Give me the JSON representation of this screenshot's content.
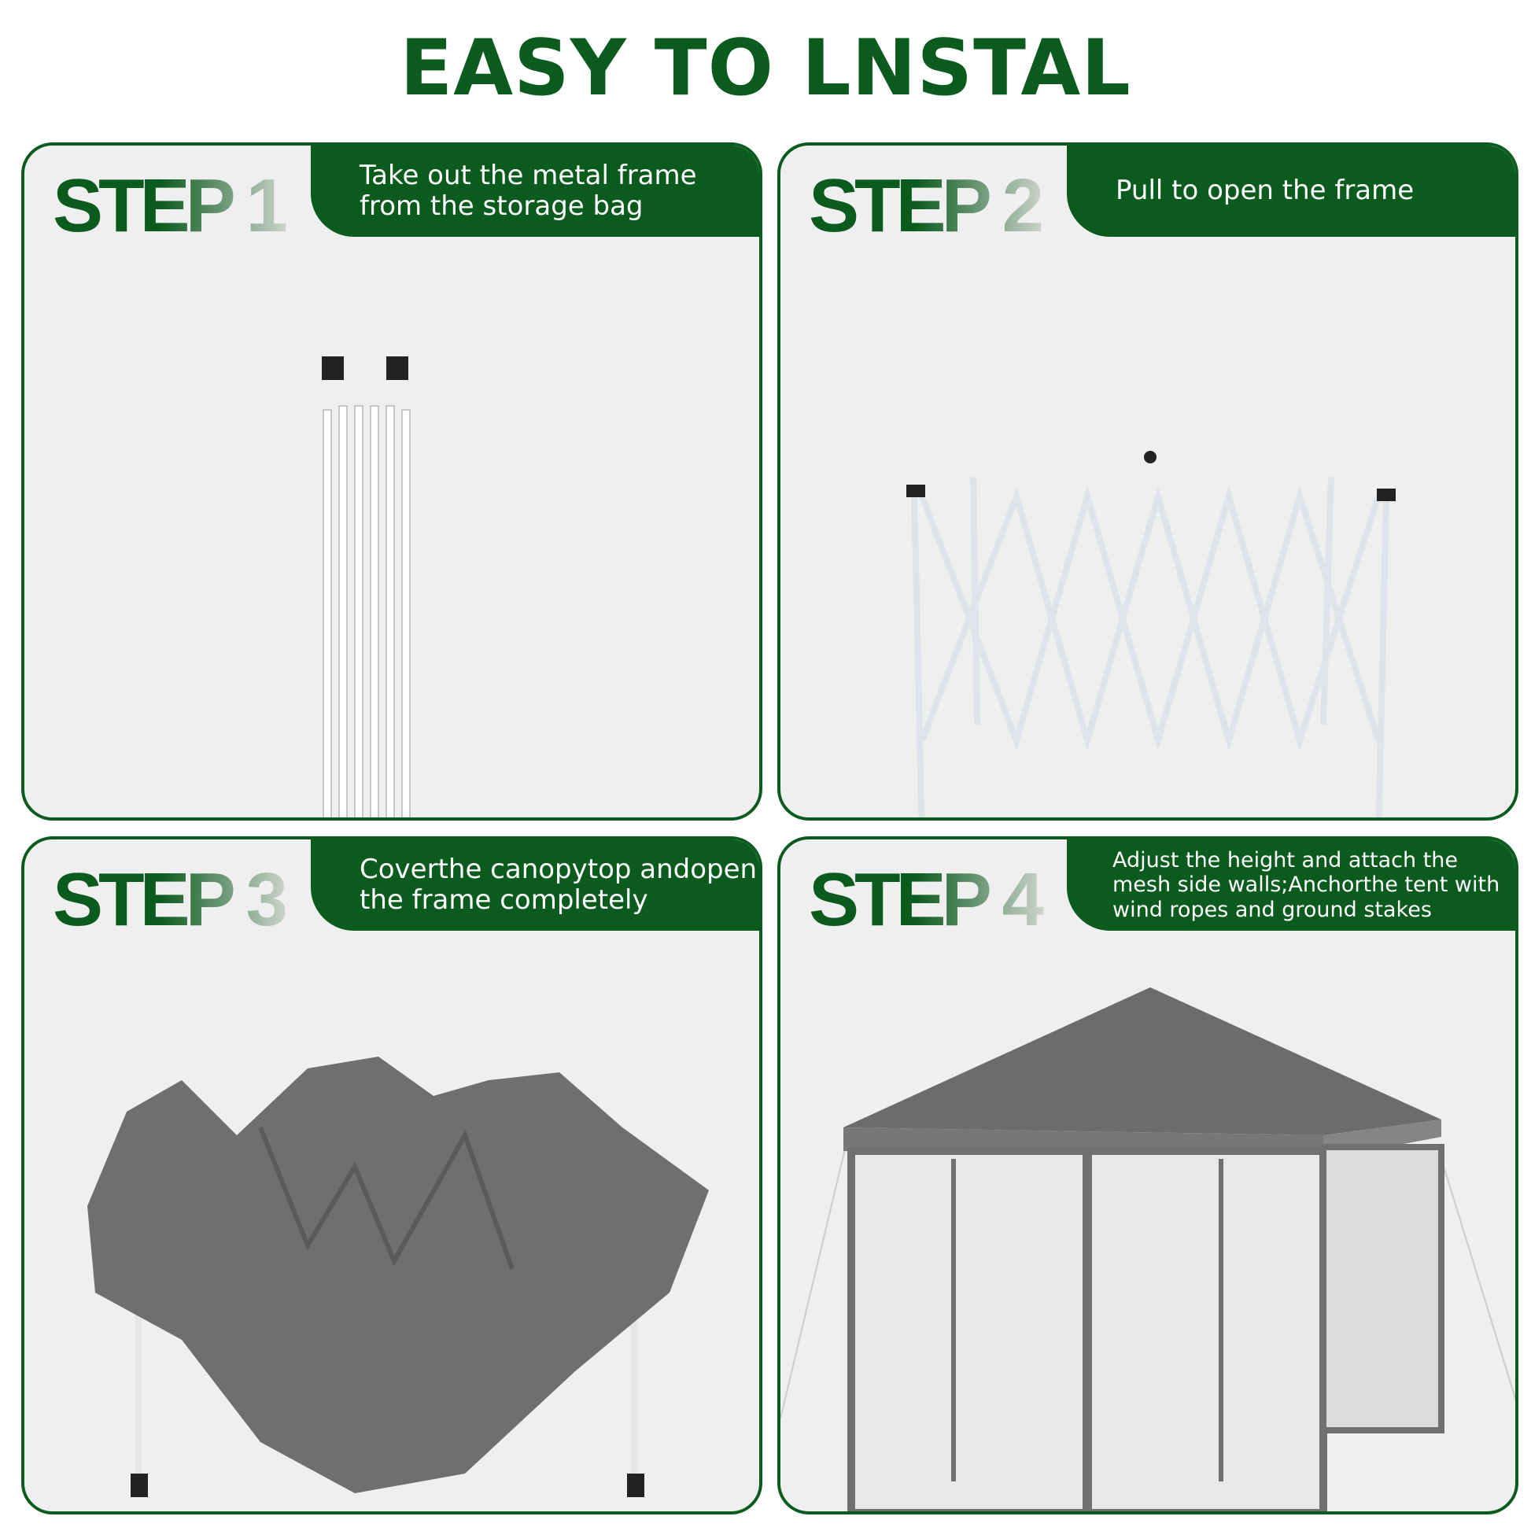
{
  "title": "EASY TO LNSTAL",
  "steps": [
    {
      "label": "STEP 1",
      "text": "Take out the metal frame from the storage bag"
    },
    {
      "label": "STEP 2",
      "text": "Pull to open the frame"
    },
    {
      "label": "STEP 3",
      "text": "Coverthe canopytop andopen the frame completely"
    },
    {
      "label": "STEP 4",
      "text": "Adjust the height and attach the mesh side walls;Anchorthe tent with wind ropes and ground stakes"
    }
  ],
  "colors": {
    "brand_green": "#0b5a1e",
    "panel_bg": "#efefef",
    "canopy_gray": "#6f6f6f"
  }
}
